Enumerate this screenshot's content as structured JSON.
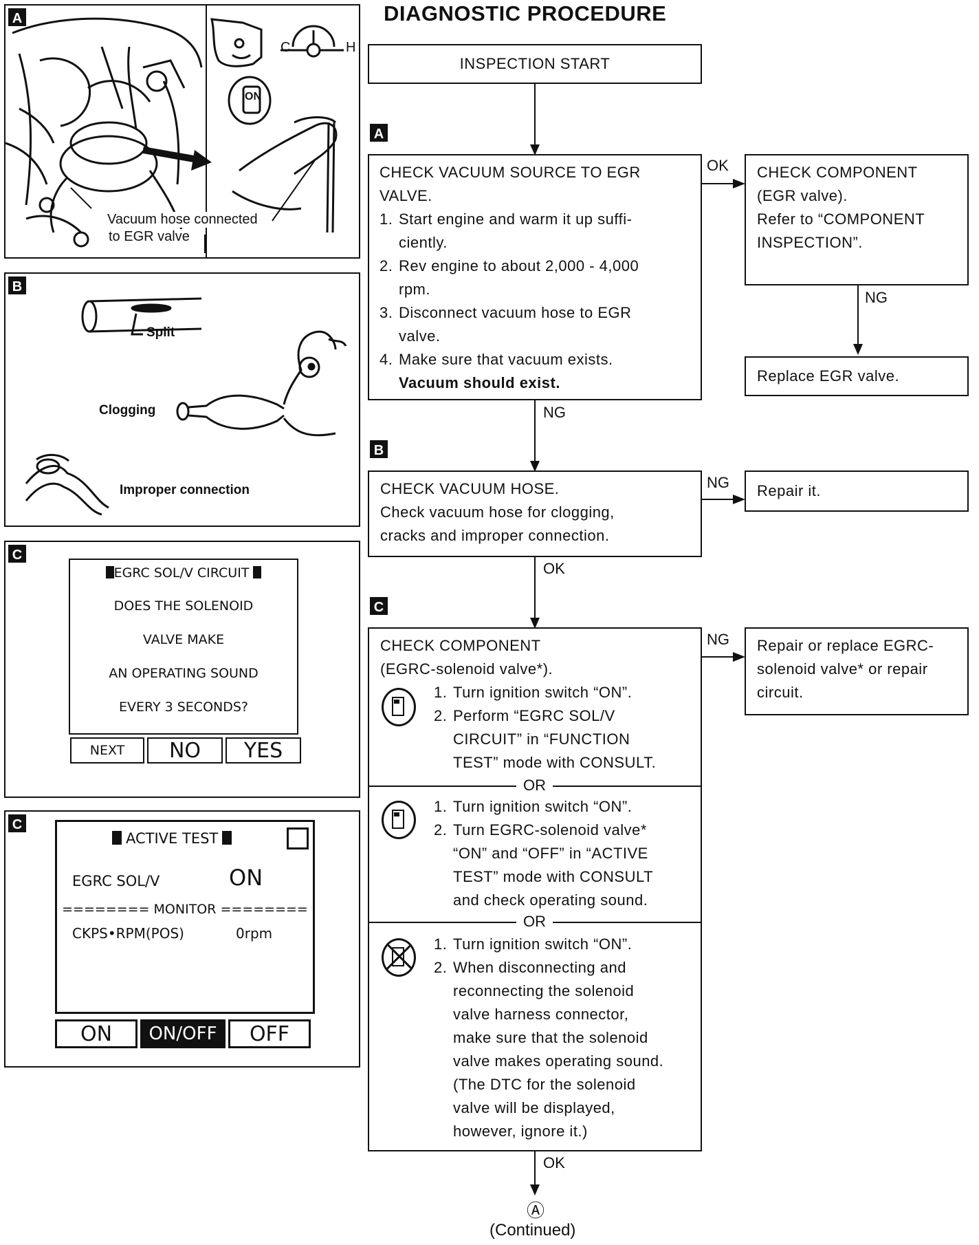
{
  "title": "DIAGNOSTIC PROCEDURE",
  "tags": {
    "a": "A",
    "b": "B",
    "c": "C"
  },
  "start": "INSPECTION START",
  "step_a": {
    "lines": [
      "CHECK VACUUM SOURCE TO EGR",
      "VALVE."
    ],
    "items": [
      [
        "1.",
        "Start engine and warm it up suffi-",
        "ciently."
      ],
      [
        "2.",
        "Rev engine to about 2,000 - 4,000",
        "rpm."
      ],
      [
        "3.",
        "Disconnect vacuum hose to EGR",
        "valve."
      ],
      [
        "4.",
        "Make sure that vacuum exists."
      ]
    ],
    "note": "Vacuum should exist."
  },
  "comp_egr": {
    "lines": [
      "CHECK COMPONENT",
      "(EGR valve).",
      "Refer to “COMPONENT",
      "INSPECTION”."
    ]
  },
  "replace_egr": "Replace EGR valve.",
  "step_b": {
    "lines": [
      "CHECK VACUUM HOSE.",
      "Check vacuum hose for clogging,",
      "cracks and improper connection."
    ]
  },
  "repair_it": "Repair it.",
  "step_c": {
    "lines": [
      "CHECK COMPONENT",
      "(EGRC-solenoid valve*)."
    ],
    "opt1": [
      [
        "1.",
        "Turn ignition switch “ON”."
      ],
      [
        "2.",
        "Perform “EGRC SOL/V",
        "CIRCUIT” in “FUNCTION",
        "TEST” mode with CONSULT."
      ]
    ],
    "opt2": [
      [
        "1.",
        "Turn ignition switch “ON”."
      ],
      [
        "2.",
        "Turn EGRC-solenoid valve*",
        "“ON” and “OFF” in “ACTIVE",
        "TEST” mode with CONSULT",
        "and check operating sound."
      ]
    ],
    "opt3": [
      [
        "1.",
        "Turn ignition switch “ON”."
      ],
      [
        "2.",
        "When disconnecting and",
        "reconnecting the solenoid",
        "valve harness connector,",
        "make sure that the solenoid",
        "valve makes operating sound.",
        "(The DTC for the solenoid",
        "valve will be displayed,",
        "however, ignore it.)"
      ]
    ],
    "or": "OR"
  },
  "repair_egrc": {
    "lines": [
      "Repair or replace EGRC-",
      "solenoid valve* or repair",
      "circuit."
    ]
  },
  "labels": {
    "ok": "OK",
    "ng": "NG"
  },
  "continued_symbol": "Ⓐ",
  "continued": "(Continued)",
  "panel_a": {
    "caption1": "Vacuum hose connected",
    "caption2": "to EGR valve",
    "gauge_c": "C",
    "gauge_h": "H",
    "key_on": "ON"
  },
  "panel_b": {
    "split": "Split",
    "clogging": "Clogging",
    "improper": "Improper connection"
  },
  "panel_c1": {
    "header": "EGRC SOL/V CIRCUIT",
    "lines": [
      "DOES THE SOLENOID",
      "VALVE MAKE",
      "AN OPERATING SOUND",
      "EVERY 3 SECONDS?"
    ],
    "buttons": [
      "NEXT",
      "NO",
      "YES"
    ]
  },
  "panel_c2": {
    "header": "ACTIVE TEST",
    "item": "EGRC SOL/V",
    "item_value": "ON",
    "monitor": "======== MONITOR ========",
    "mon_item": "CKPS•RPM(POS)",
    "mon_value": "0rpm",
    "buttons": [
      "ON",
      "ON/OFF",
      "OFF"
    ]
  }
}
